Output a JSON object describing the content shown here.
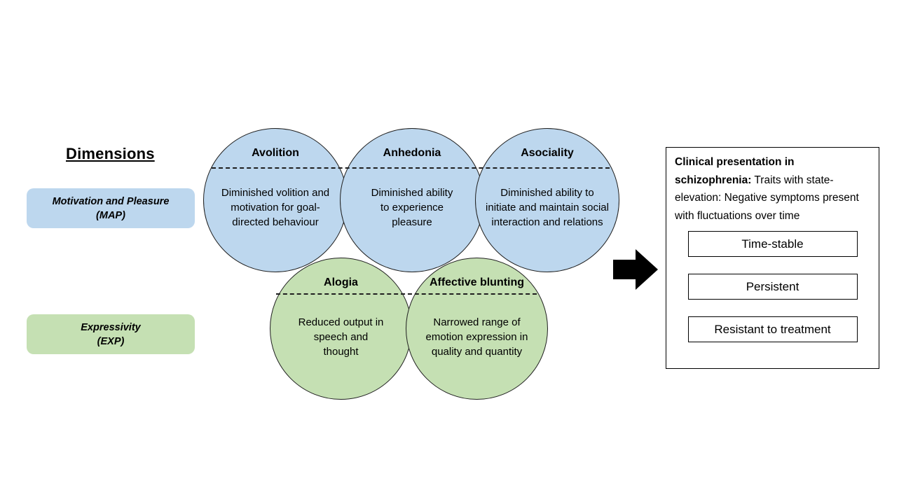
{
  "heading": "Dimensions",
  "dimensions": {
    "map": {
      "line1": "Motivation and Pleasure",
      "line2": "(MAP)"
    },
    "exp": {
      "line1": "Expressivity",
      "line2": "(EXP)"
    }
  },
  "circles": {
    "map": [
      {
        "title": "Avolition",
        "description": "Diminished volition and motivation for goal-directed behaviour"
      },
      {
        "title": "Anhedonia",
        "description": "Diminished ability to experience pleasure"
      },
      {
        "title": "Asociality",
        "description": "Diminished ability to initiate and maintain social interaction and relations"
      }
    ],
    "exp": [
      {
        "title": "Alogia",
        "description": "Reduced output in speech and thought"
      },
      {
        "title": "Affective blunting",
        "description": "Narrowed range of emotion expression in quality and quantity"
      }
    ]
  },
  "clinical": {
    "heading_bold": "Clinical presentation in schizophrenia:",
    "heading_rest": " Traits with state-elevation: Negative symptoms present with fluctuations over time",
    "items": [
      "Time-stable",
      "Persistent",
      "Resistant to treatment"
    ]
  },
  "colors": {
    "map_fill": "#bdd7ee",
    "exp_fill": "#c5e0b3",
    "outline": "#1f1f1f"
  }
}
